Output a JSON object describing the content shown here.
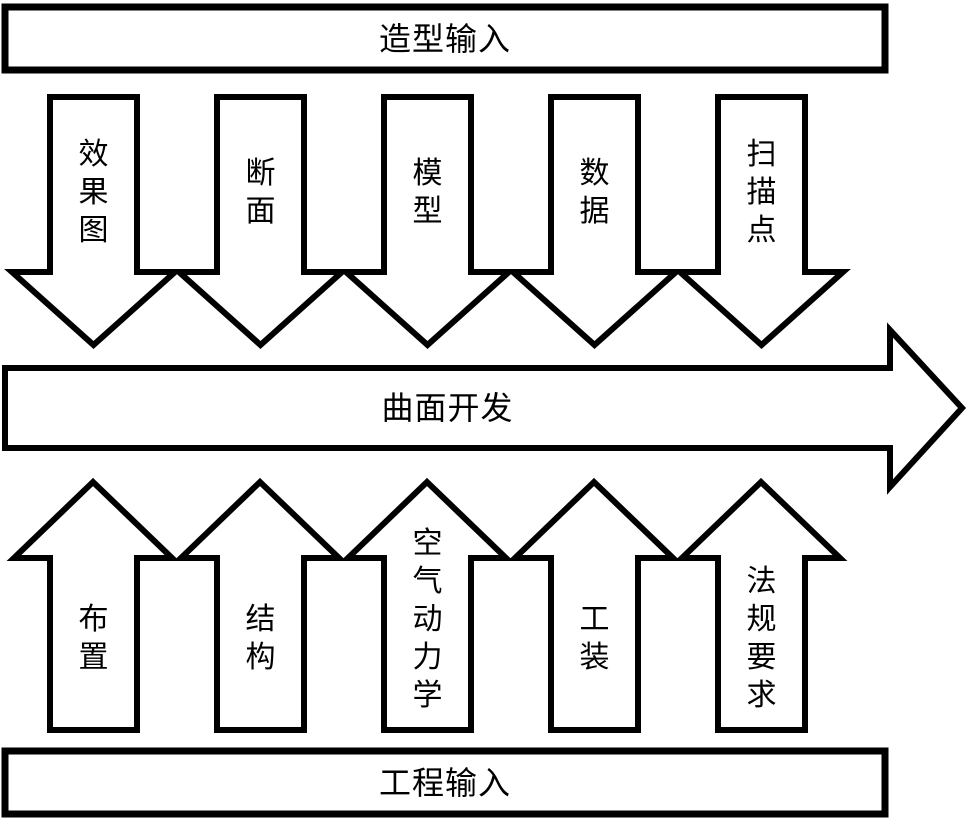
{
  "diagram": {
    "title_top": "造型输入",
    "title_bottom": "工程输入",
    "center_label": "曲面开发",
    "down_arrows": [
      {
        "label": "效果图",
        "chars": [
          "效",
          "果",
          "图"
        ]
      },
      {
        "label": "断面",
        "chars": [
          "断",
          "面"
        ]
      },
      {
        "label": "模型",
        "chars": [
          "模",
          "型"
        ]
      },
      {
        "label": "数据",
        "chars": [
          "数",
          "据"
        ]
      },
      {
        "label": "扫描点",
        "chars": [
          "扫",
          "描",
          "点"
        ]
      }
    ],
    "up_arrows": [
      {
        "label": "布置",
        "chars": [
          "布",
          "置"
        ]
      },
      {
        "label": "结构",
        "chars": [
          "结",
          "构"
        ]
      },
      {
        "label": "空气动力学",
        "chars": [
          "空",
          "气",
          "动",
          "力",
          "学"
        ]
      },
      {
        "label": "工装",
        "chars": [
          "工",
          "装"
        ]
      },
      {
        "label": "法规要求",
        "chars": [
          "法",
          "规",
          "要",
          "求"
        ]
      }
    ],
    "colors": {
      "stroke": "#000000",
      "fill": "#ffffff",
      "background": "#ffffff"
    }
  }
}
